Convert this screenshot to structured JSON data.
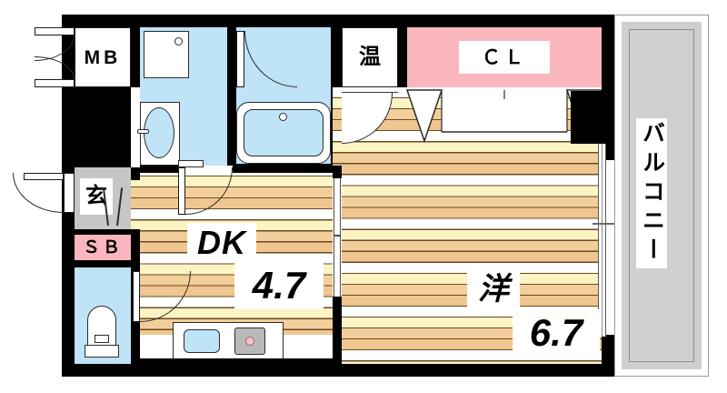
{
  "plan": {
    "type": "apartment-floor-plan",
    "layout_code": "1DK",
    "rooms": [
      {
        "id": "mb",
        "label": "MB",
        "kind": "meter-box",
        "floor": "white"
      },
      {
        "id": "washroom",
        "label": "",
        "kind": "washroom",
        "floor": "tile"
      },
      {
        "id": "bath",
        "label": "",
        "kind": "bathroom",
        "floor": "tile"
      },
      {
        "id": "heater",
        "label": "温",
        "kind": "water-heater",
        "floor": "white"
      },
      {
        "id": "closet",
        "label": "ＣＬ",
        "kind": "closet",
        "floor": "pink"
      },
      {
        "id": "entry",
        "label": "玄",
        "kind": "entrance",
        "floor": "gray"
      },
      {
        "id": "shoebox",
        "label": "ＳＢ",
        "kind": "shoe-box",
        "floor": "pink"
      },
      {
        "id": "toilet",
        "label": "",
        "kind": "toilet",
        "floor": "tile"
      },
      {
        "id": "dk",
        "label": "DK",
        "size": "4.7",
        "kind": "dining-kitchen",
        "floor": "wood"
      },
      {
        "id": "western",
        "label": "洋",
        "size": "6.7",
        "kind": "western-room",
        "floor": "wood"
      },
      {
        "id": "balcony",
        "label": "バルコニー",
        "kind": "balcony",
        "floor": "gray"
      }
    ],
    "fixtures": [
      {
        "id": "washing-machine",
        "label": ""
      },
      {
        "id": "vanity-sink",
        "label": ""
      },
      {
        "id": "bathtub",
        "label": ""
      },
      {
        "id": "toilet-bowl",
        "label": ""
      },
      {
        "id": "kitchen-sink",
        "label": ""
      },
      {
        "id": "stove-burner",
        "label": ""
      }
    ],
    "colors": {
      "wall": "#000000",
      "tile": "#bfe3f7",
      "closet_pink": "#f9b6bc",
      "entry_gray": "#c6c6c6",
      "balcony_gray": "#cfcfcf",
      "wood_light": "#fdf4c4",
      "wood_dark": "#f2ce9b",
      "text": "#000000"
    }
  },
  "labels": {
    "mb": "MB",
    "heater": "温",
    "closet": "ＣＬ",
    "entry": "玄",
    "shoebox": "ＳＢ",
    "dk_name": "DK",
    "dk_size": "4.7",
    "western_name": "洋",
    "western_size": "6.7",
    "balcony": "バルコニー"
  }
}
